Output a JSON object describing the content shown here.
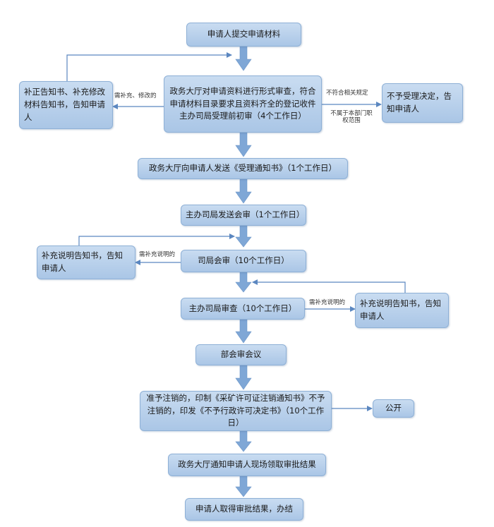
{
  "nodes": {
    "submit": "申请人提交申请材料",
    "review": "政务大厅对申请资料进行形式审查，符合申请材料目录要求且资料齐全的登记收件主办司局受理前初审（4个工作日）",
    "correction_notice": "补正告知书、补充修改材料告知书，告知申请人",
    "reject": "不予受理决定，告知申请人",
    "accept_notice": "政务大厅向申请人发送《受理通知书》（1个工作日）",
    "dept_send": "主办司局发送会审（1个工作日）",
    "dept_joint_review": "司局会审（10个工作日）",
    "supplement_notice_1": "补充说明告知书，告知申请人",
    "host_review": "主办司局审查（10个工作日）",
    "supplement_notice_2": "补充说明告知书，告知申请人",
    "ministry_meeting": "部会审会议",
    "decision": "准予注销的，印制《采矿许可证注销通知书》不予注销的，印发《不予行政许可决定书》（10个工作日）",
    "publish": "公开",
    "notify_pickup": "政务大厅通知申请人现场领取审批结果",
    "finish": "申请人取得审批结果，办结"
  },
  "labels": {
    "need_supplement_modify": "需补充、修改的",
    "not_compliant": "不符合相关规定",
    "not_in_scope": "不属于本部门职权范围",
    "need_supplement_1": "需补充说明的",
    "need_supplement_2": "需补充说明的"
  },
  "colors": {
    "box_top": "#c9dcf1",
    "box_bottom": "#aac6e6",
    "arrow": "#7fa7d6",
    "line": "#5b87c0"
  }
}
